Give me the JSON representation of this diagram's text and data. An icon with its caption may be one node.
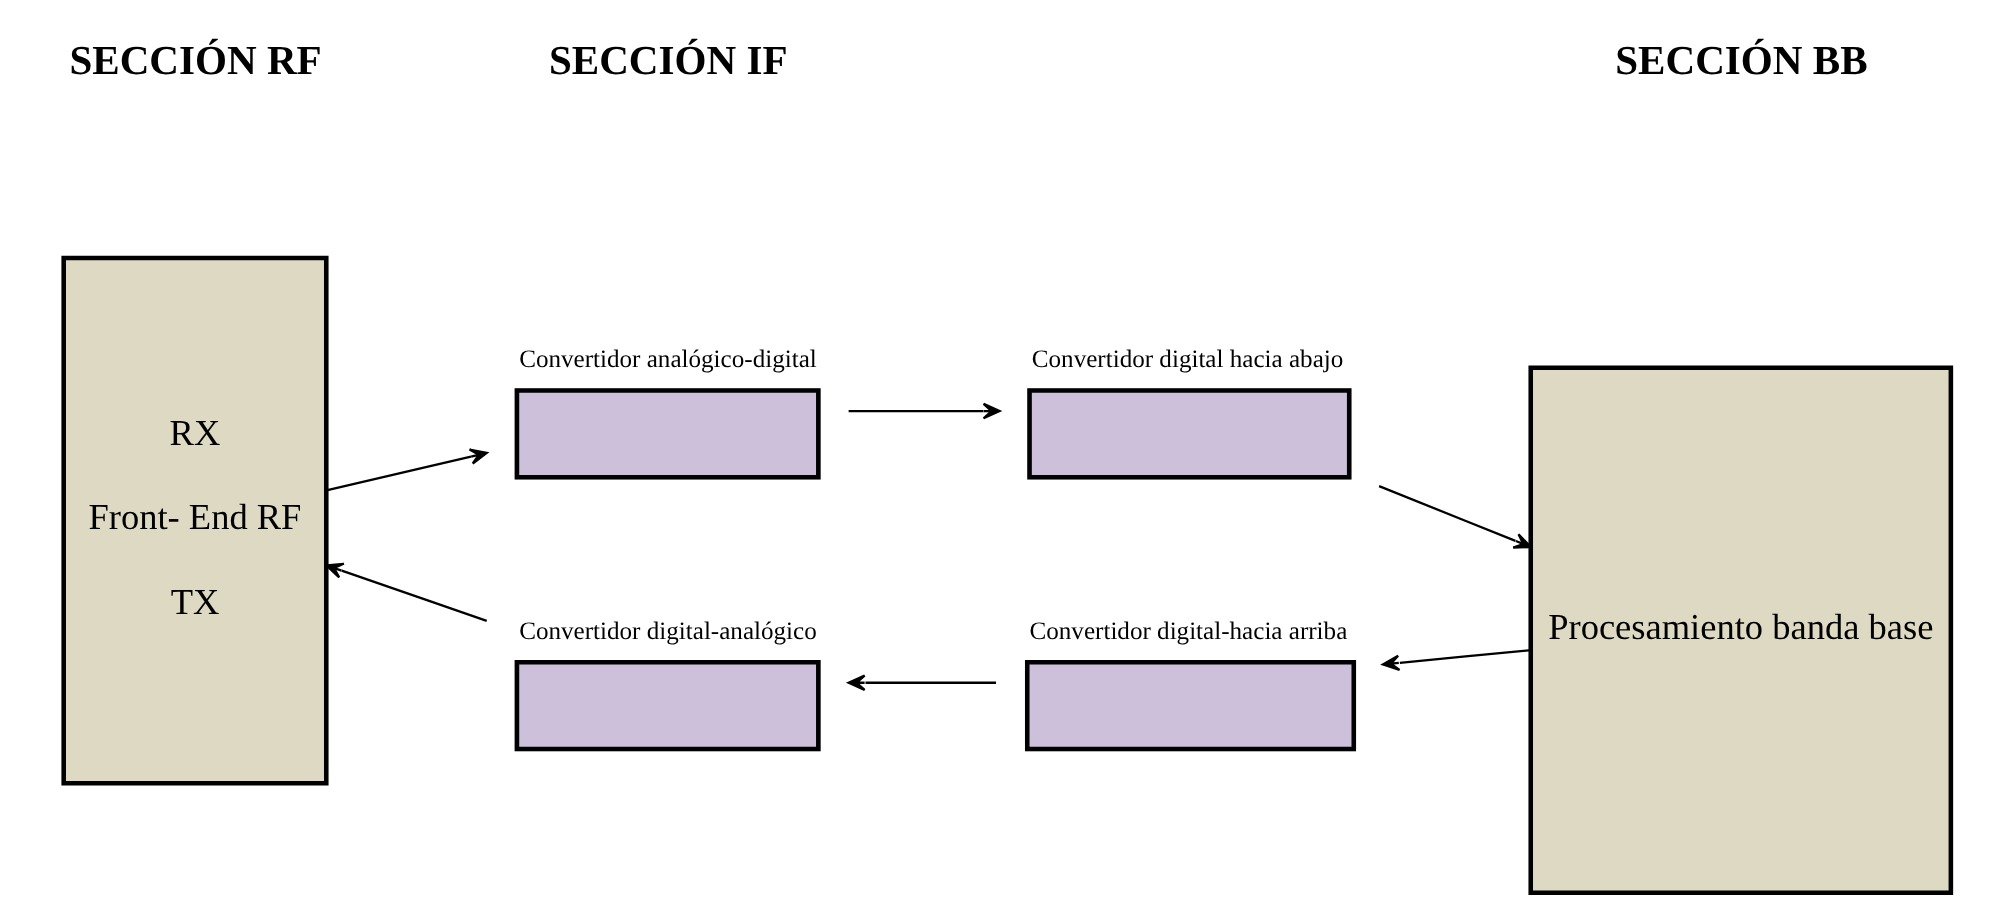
{
  "diagram": {
    "nodes": [
      {
        "text": [
          "RX",
          "Front- End RF",
          "TX"
        ]
      },
      {
        "text": [
          "Convertidor analógico-digital"
        ]
      },
      {
        "text": [
          "Convertidor digital hacia abajo"
        ]
      },
      {
        "text": [
          "Convertidor digital-analógico"
        ]
      },
      {
        "text": [
          "Convertidor digital-hacia arriba"
        ]
      },
      {
        "text": [
          "Procesamiento banda base"
        ]
      }
    ],
    "edges": [
      {
        "from": 0,
        "to": 1,
        "arrow": "to"
      },
      {
        "from": 1,
        "to": 2,
        "arrow": "to"
      },
      {
        "from": 2,
        "to": 5,
        "arrow": "to"
      },
      {
        "from": 5,
        "to": 4,
        "arrow": "to"
      },
      {
        "from": 4,
        "to": 3,
        "arrow": "to"
      },
      {
        "from": 3,
        "to": 0,
        "arrow": "to"
      }
    ],
    "labels": [
      "SECCIÓN RF",
      "SECCIÓN IF",
      "SECCIÓN BB"
    ]
  }
}
